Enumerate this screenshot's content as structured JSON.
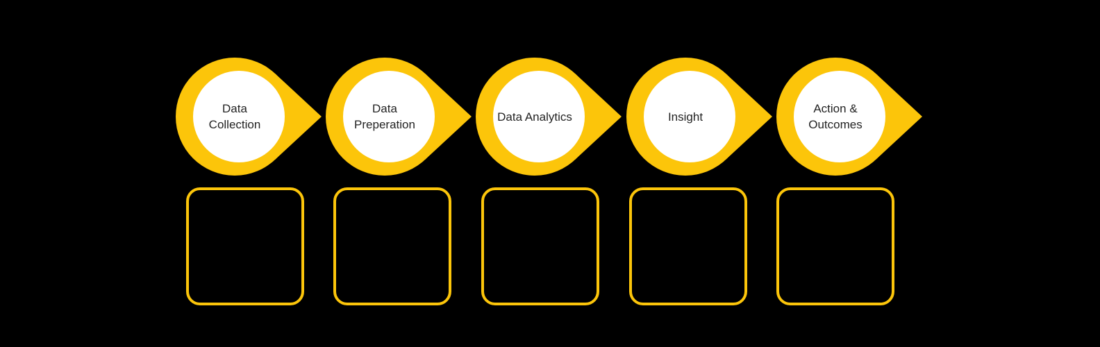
{
  "diagram": {
    "background_color": "#000000",
    "accent_color": "#FCC50A",
    "node_fill_color": "#FFFFFF",
    "label_color": "#222222",
    "stages": [
      {
        "label": "Data Collection"
      },
      {
        "label": "Data Preperation"
      },
      {
        "label": "Data Analytics"
      },
      {
        "label": "Insight"
      },
      {
        "label": "Action & Outcomes"
      }
    ],
    "note_boxes": [
      {
        "content": ""
      },
      {
        "content": ""
      },
      {
        "content": ""
      },
      {
        "content": ""
      },
      {
        "content": ""
      }
    ]
  }
}
